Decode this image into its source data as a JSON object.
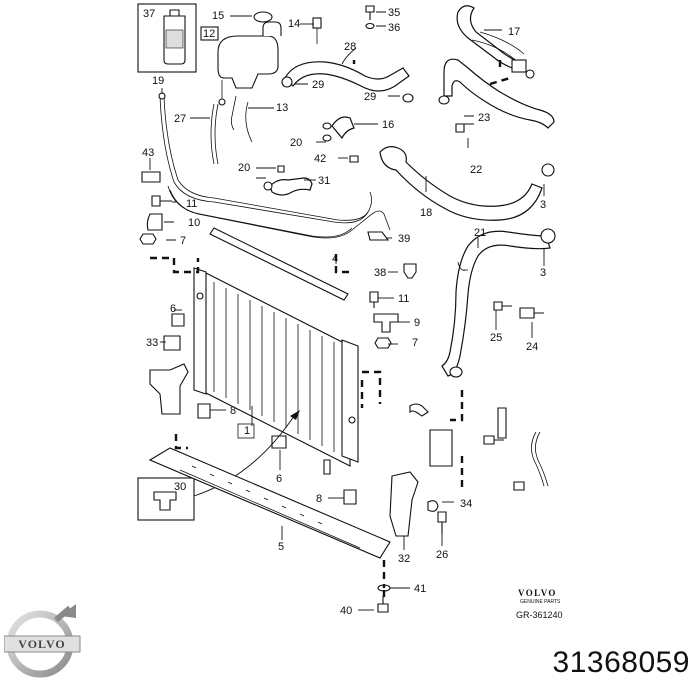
{
  "diagram": {
    "callouts": [
      "37",
      "12",
      "15",
      "14",
      "35",
      "36",
      "17",
      "28",
      "29",
      "29",
      "19",
      "27",
      "13",
      "16",
      "20",
      "23",
      "42",
      "20",
      "31",
      "22",
      "43",
      "18",
      "3",
      "11",
      "10",
      "7",
      "39",
      "21",
      "3",
      "4",
      "38",
      "11",
      "9",
      "25",
      "7",
      "24",
      "6",
      "33",
      "8",
      "1",
      "6",
      "30",
      "8",
      "34",
      "5",
      "32",
      "26",
      "41",
      "40"
    ],
    "brand": "VOLVO",
    "brand_sub": "GENUINE PARTS",
    "reference": "GR-361240",
    "part_number": "31368059",
    "logo_text": "VOLVO"
  }
}
